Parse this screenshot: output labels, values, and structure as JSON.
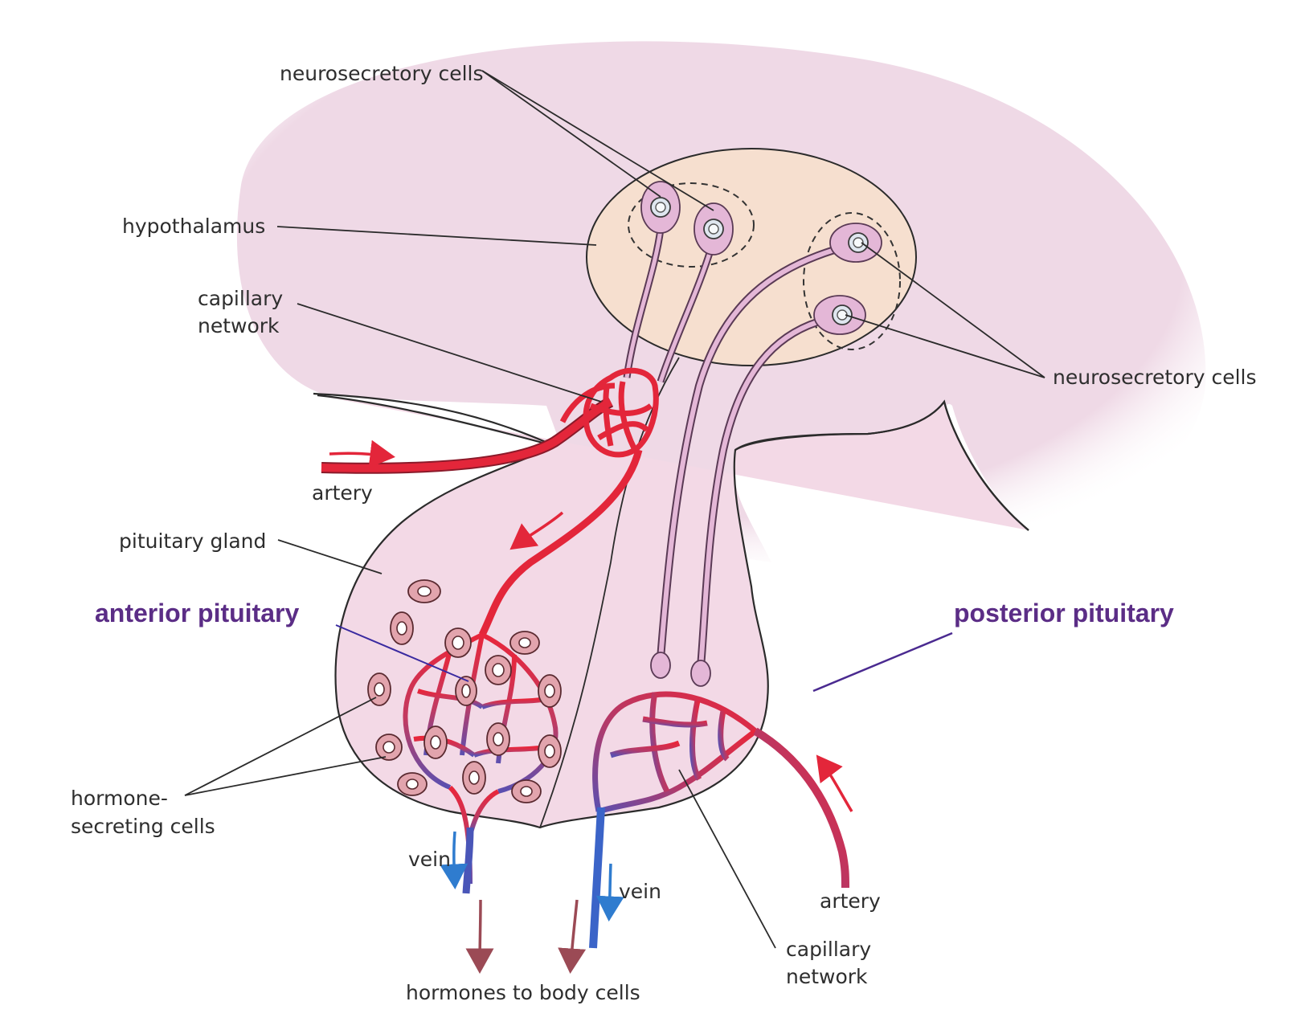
{
  "labels": {
    "neurosecretory_top": "neurosecretory cells",
    "hypothalamus": "hypothalamus",
    "capillary_network_top_1": "capillary",
    "capillary_network_top_2": "network",
    "neurosecretory_right": "neurosecretory cells",
    "artery_left": "artery",
    "pituitary_gland": "pituitary gland",
    "anterior_pituitary": "anterior pituitary",
    "posterior_pituitary": "posterior pituitary",
    "hormone_secreting_1": "hormone-",
    "hormone_secreting_2": "secreting cells",
    "vein_left": "vein",
    "vein_right": "vein",
    "artery_right": "artery",
    "capillary_network_bottom_1": "capillary",
    "capillary_network_bottom_2": "network",
    "hormones_to_body": "hormones to body cells"
  },
  "colors": {
    "brain": "#efd9e6",
    "hypothalamus": "#f6dfcf",
    "pituitary": "#f3d9e6",
    "artery": "#e3263a",
    "vein": "#2f6fcf",
    "hormone_arrow": "#9b4a55",
    "heading": "#5b2d86"
  }
}
